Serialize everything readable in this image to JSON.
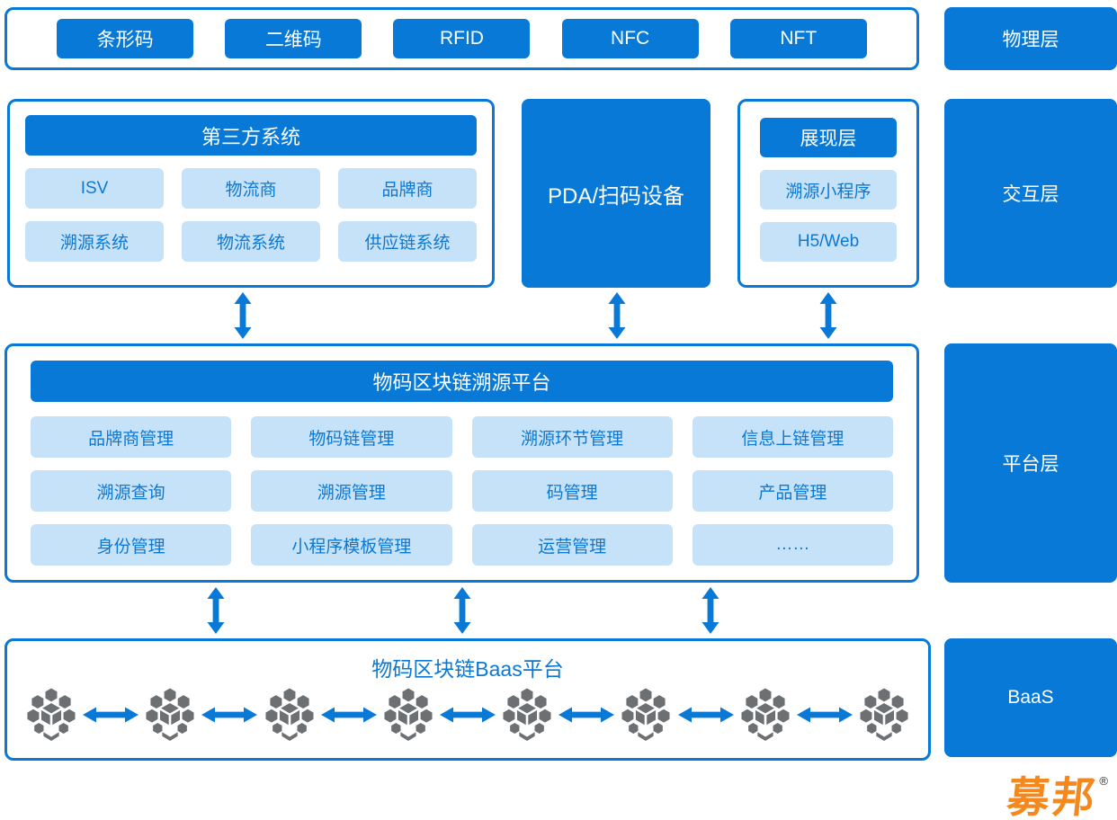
{
  "colors": {
    "primary_blue": "#0879d6",
    "chip_background": "#c6e2f8",
    "chip_text": "#0d78d2",
    "node_gray": "#6d7073",
    "logo_orange": "#f5881d"
  },
  "side_labels": {
    "physical": "物理层",
    "interaction": "交互层",
    "platform": "平台层",
    "baas": "BaaS"
  },
  "physical_row": {
    "items": [
      "条形码",
      "二维码",
      "RFID",
      "NFC",
      "NFT"
    ]
  },
  "interaction_row": {
    "third_party_system": {
      "title": "第三方系统",
      "items": [
        "ISV",
        "物流商",
        "品牌商",
        "溯源系统",
        "物流系统",
        "供应链系统"
      ]
    },
    "pda_label": "PDA/扫码设备",
    "presentation_layer": {
      "title": "展现层",
      "items": [
        "溯源小程序",
        "H5/Web"
      ]
    }
  },
  "platform_row": {
    "title": "物码区块链溯源平台",
    "items": [
      "品牌商管理",
      "物码链管理",
      "溯源环节管理",
      "信息上链管理",
      "溯源查询",
      "溯源管理",
      "码管理",
      "产品管理",
      "身份管理",
      "小程序模板管理",
      "运营管理",
      "……"
    ]
  },
  "baas_row": {
    "title": "物码区块链Baas平台",
    "node_count": 8
  },
  "logo": {
    "text": "募邦",
    "registered_mark": "®"
  }
}
